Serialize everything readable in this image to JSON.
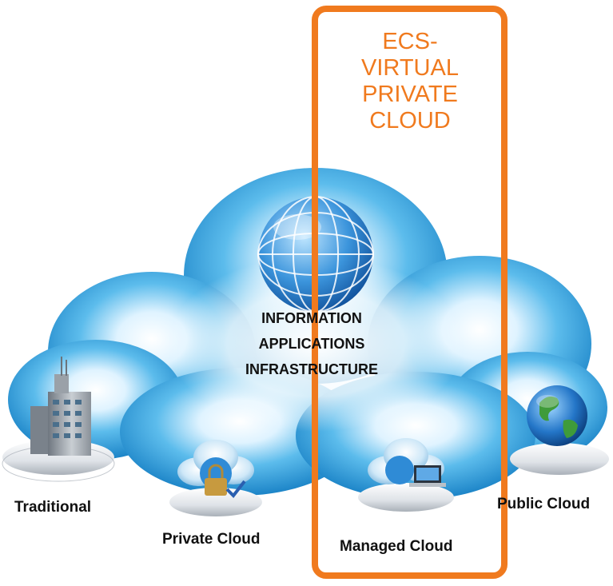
{
  "highlight": {
    "title_lines": [
      "ECS-",
      "VIRTUAL",
      "PRIVATE",
      "CLOUD"
    ],
    "color": "#f07a1e"
  },
  "center": {
    "lines": [
      "INFORMATION",
      "APPLICATIONS",
      "INFRASTRUCTURE"
    ]
  },
  "nodes": [
    {
      "label": "Traditional",
      "icon": "office-building-icon"
    },
    {
      "label": "Private Cloud",
      "icon": "cloud-padlock-icon"
    },
    {
      "label": "Managed Cloud",
      "icon": "cloud-laptop-icon"
    },
    {
      "label": "Public Cloud",
      "icon": "earth-globe-icon"
    }
  ],
  "colors": {
    "cloud_light": "#eaf7ff",
    "cloud_mid": "#6cc4f0",
    "cloud_dark": "#1a86c8",
    "globe": "#2a7fd0"
  }
}
